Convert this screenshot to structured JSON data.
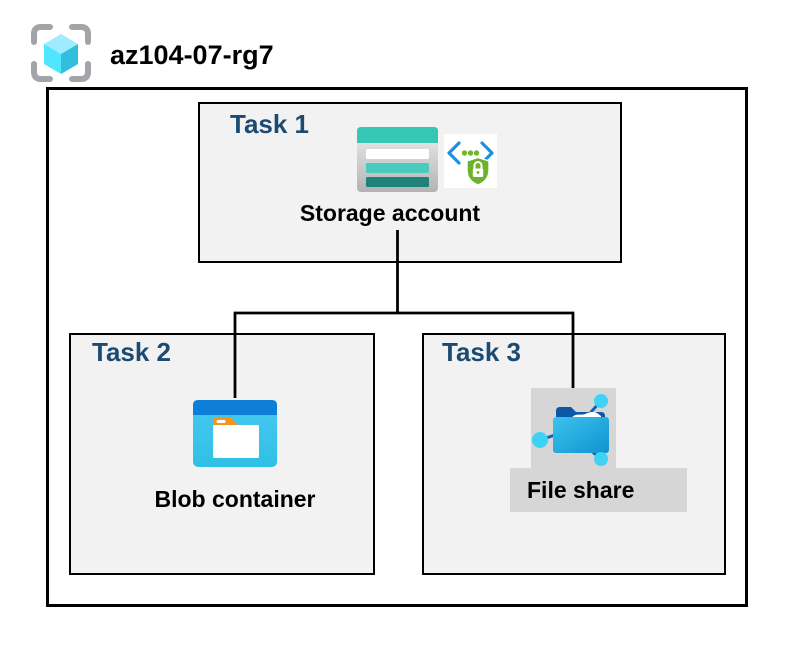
{
  "resource_group": {
    "name": "az104-07-rg7",
    "icon": "resource-group-icon"
  },
  "colors": {
    "canvas-bg": "#ffffff",
    "box-fill": "#f2f2f2",
    "box-border": "#000000",
    "task-label-color": "#1b4a72",
    "item-label-color": "#000000",
    "highlight-gray": "#d6d6d6",
    "connector-color": "#000000",
    "storage-teal": "#36c6b4",
    "blob-blue": "#0d7fd9",
    "fileshare-cyan": "#3ed3f5",
    "security-green": "#6cb32a",
    "bracket-blue": "#1e90e2"
  },
  "tasks": [
    {
      "label": "Task 1",
      "item": "Storage account",
      "icons": [
        "storage-account-icon",
        "sas-security-icon"
      ]
    },
    {
      "label": "Task 2",
      "item": "Blob container",
      "icons": [
        "blob-container-icon"
      ]
    },
    {
      "label": "Task 3",
      "item": "File share",
      "icons": [
        "file-share-icon"
      ]
    }
  ],
  "connections": [
    {
      "from": "Storage account",
      "to": "Blob container"
    },
    {
      "from": "Storage account",
      "to": "File share"
    }
  ]
}
